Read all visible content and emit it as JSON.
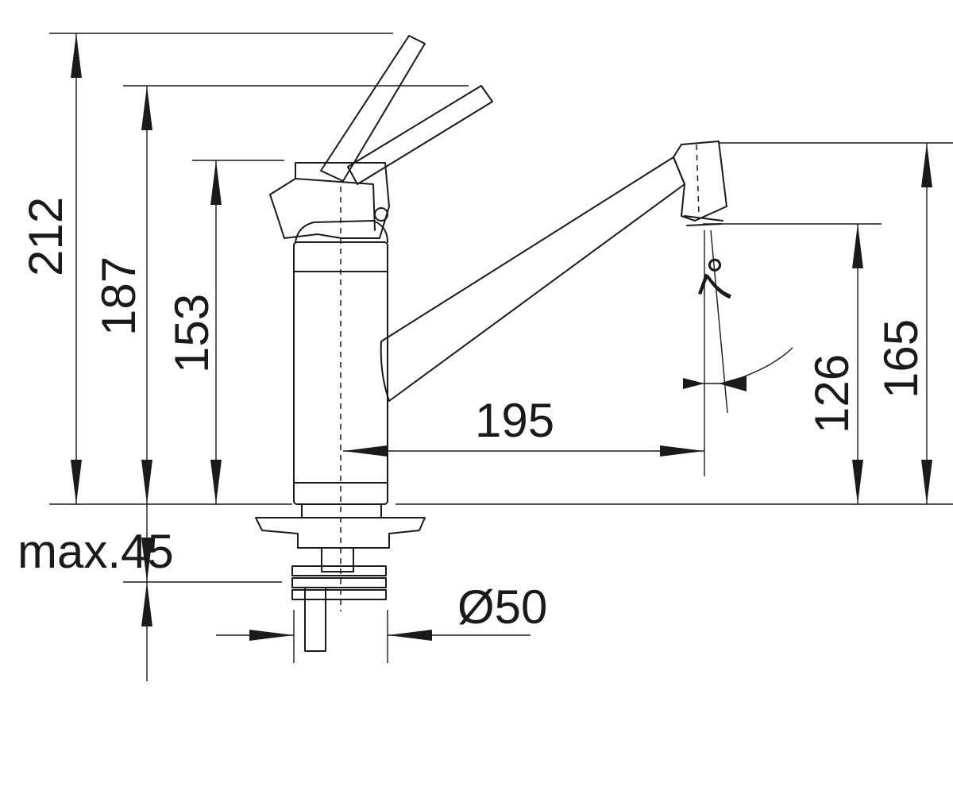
{
  "dimensions": {
    "height_lever_up": "212",
    "height_lever_mid": "187",
    "height_body": "153",
    "max_thickness": "max.45",
    "hole_diameter": "Ø50",
    "spout_reach": "195",
    "spout_angle": "7°",
    "spout_outlet_height": "126",
    "spout_top_height": "165"
  },
  "colors": {
    "line": "#1a1a1a",
    "background": "#ffffff"
  }
}
